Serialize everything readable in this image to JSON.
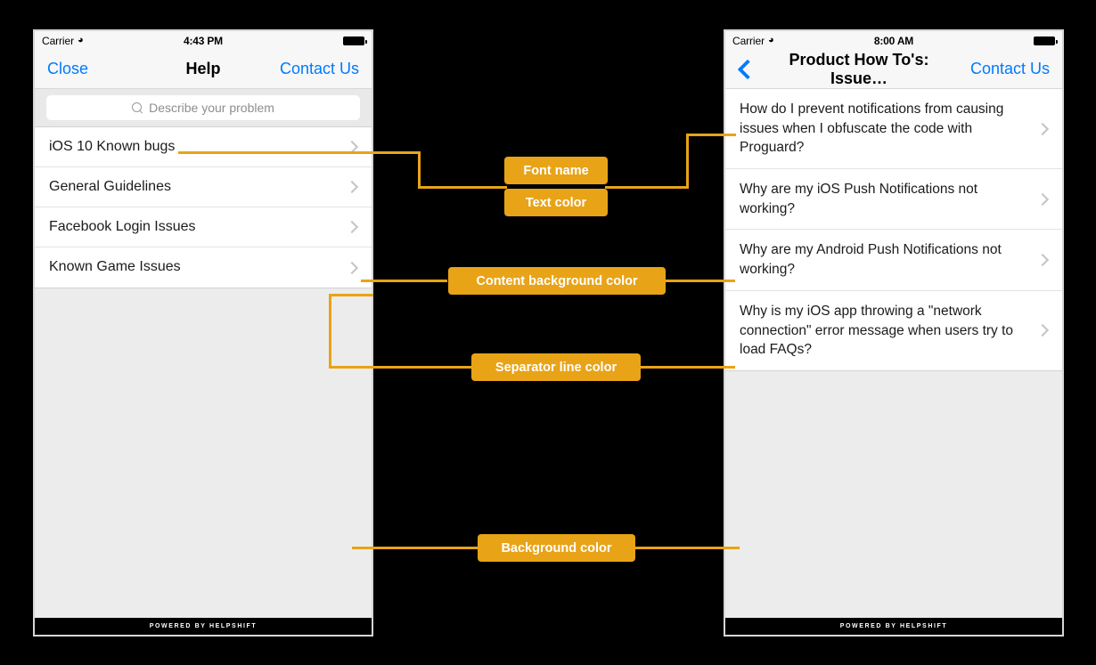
{
  "phones": {
    "left": {
      "status": {
        "carrier": "Carrier",
        "wifi_icon": "wifi-icon",
        "time": "4:43 PM",
        "battery_icon": "battery-full-icon"
      },
      "nav": {
        "left_label": "Close",
        "title": "Help",
        "right_label": "Contact Us"
      },
      "search": {
        "placeholder": "Describe your problem",
        "icon": "search-icon",
        "value": ""
      },
      "list": [
        {
          "label": "iOS 10 Known bugs",
          "chevron": "chevron-right-icon"
        },
        {
          "label": "General Guidelines",
          "chevron": "chevron-right-icon"
        },
        {
          "label": "Facebook Login Issues",
          "chevron": "chevron-right-icon"
        },
        {
          "label": "Known Game Issues",
          "chevron": "chevron-right-icon"
        }
      ],
      "footer": "POWERED BY HELPSHIFT"
    },
    "right": {
      "status": {
        "carrier": "Carrier",
        "wifi_icon": "wifi-icon",
        "time": "8:00 AM",
        "battery_icon": "battery-full-icon"
      },
      "nav": {
        "back_icon": "chevron-left-icon",
        "title": "Product How To's: Issue…",
        "right_label": "Contact Us"
      },
      "list": [
        {
          "label": "How do I prevent notifications from causing issues when I obfuscate the code with Proguard?",
          "chevron": "chevron-right-icon"
        },
        {
          "label": "Why are my iOS Push Notifications not working?",
          "chevron": "chevron-right-icon"
        },
        {
          "label": "Why are my Android Push Notifications not working?",
          "chevron": "chevron-right-icon"
        },
        {
          "label": "Why is my iOS app throwing a \"network connection\" error message when users try to load FAQs?",
          "chevron": "chevron-right-icon"
        }
      ],
      "footer": "POWERED BY HELPSHIFT"
    }
  },
  "annotations": [
    {
      "id": "font-name",
      "label": "Font name"
    },
    {
      "id": "text-color",
      "label": "Text color"
    },
    {
      "id": "content-background-color",
      "label": "Content background color"
    },
    {
      "id": "separator-line-color",
      "label": "Separator line color"
    },
    {
      "id": "background-color",
      "label": "Background color"
    }
  ],
  "colors": {
    "annotation_accent": "#e8a317",
    "annotation_text": "#ffffff",
    "page_background": "#000000",
    "phone_content_background": "#ffffff",
    "phone_background": "#ececec",
    "link_blue": "#007aff",
    "separator_line": "#e3e3e3"
  }
}
